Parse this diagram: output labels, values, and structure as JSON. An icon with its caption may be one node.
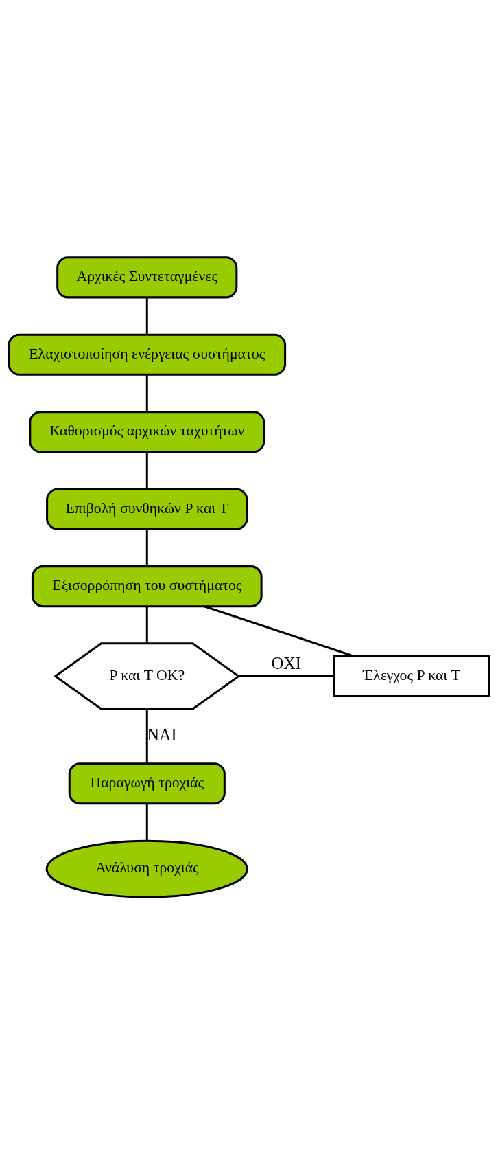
{
  "diagram": {
    "nodes": [
      {
        "text": [
          "Αρχικές Συντεταγμένες"
        ]
      },
      {
        "text": [
          "Ελαχιστοποίηση ενέργειας συστήματος"
        ]
      },
      {
        "text": [
          "Καθορισμός αρχικών ταχυτήτων"
        ]
      },
      {
        "text": [
          "Επιβολή συνθηκών P και T"
        ]
      },
      {
        "text": [
          "Εξισορρόπηση του συστήματος"
        ]
      },
      {
        "text": [
          "Έλεγχος P και T"
        ]
      },
      {
        "text": [
          "P και T OK?"
        ]
      },
      {
        "text": [
          "Παραγωγή τροχιάς"
        ]
      },
      {
        "text": [
          "Ανάλυση τροχιάς"
        ]
      }
    ],
    "edges": [
      {
        "from": 0,
        "to": 1,
        "arrow": "none"
      },
      {
        "from": 1,
        "to": 2,
        "arrow": "none"
      },
      {
        "from": 2,
        "to": 3,
        "arrow": "none"
      },
      {
        "from": 3,
        "to": 4,
        "arrow": "none"
      },
      {
        "from": 4,
        "to": 6,
        "arrow": "none"
      },
      {
        "from": 6,
        "to": 5,
        "arrow": "none",
        "label": "ΟΧΙ"
      },
      {
        "from": 5,
        "to": 4,
        "arrow": "none"
      },
      {
        "from": 6,
        "to": 7,
        "arrow": "none",
        "label": "ΝΑΙ"
      },
      {
        "from": 7,
        "to": 8,
        "arrow": "none"
      }
    ]
  }
}
